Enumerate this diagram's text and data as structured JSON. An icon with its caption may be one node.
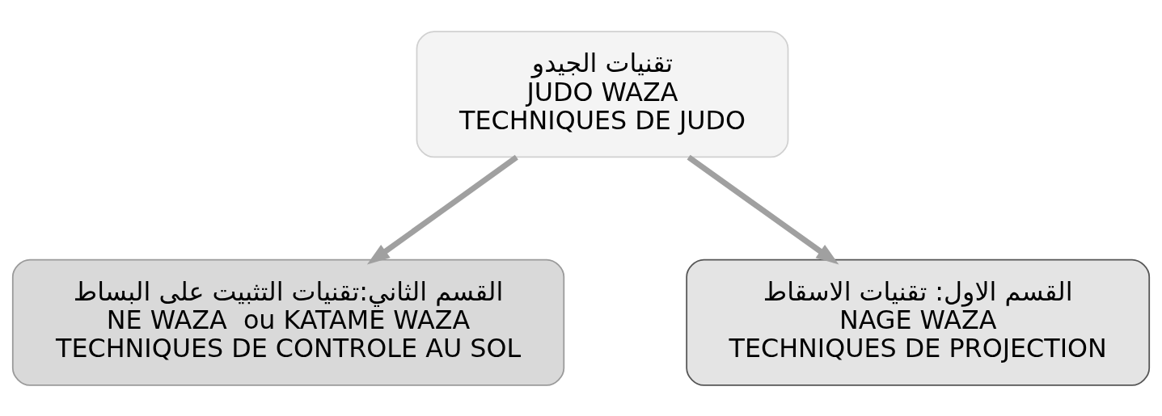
{
  "diagram": {
    "nodes": [
      {
        "text": [
          "تقنيات الجيدو",
          "JUDO WAZA",
          "TECHNIQUES DE JUDO"
        ]
      },
      {
        "text": [
          "القسم الثاني:تقنيات التثبيت على البساط",
          "NE WAZA  ou KATAME WAZA",
          "TECHNIQUES DE CONTROLE AU SOL"
        ]
      },
      {
        "text": [
          "القسم الاول: تقنيات الاسقاط",
          "NAGE WAZA",
          "TECHNIQUES DE PROJECTION"
        ]
      }
    ],
    "edges": [
      {
        "from": 0,
        "to": 1,
        "arrow": "to"
      },
      {
        "from": 0,
        "to": 2,
        "arrow": "to"
      }
    ]
  }
}
